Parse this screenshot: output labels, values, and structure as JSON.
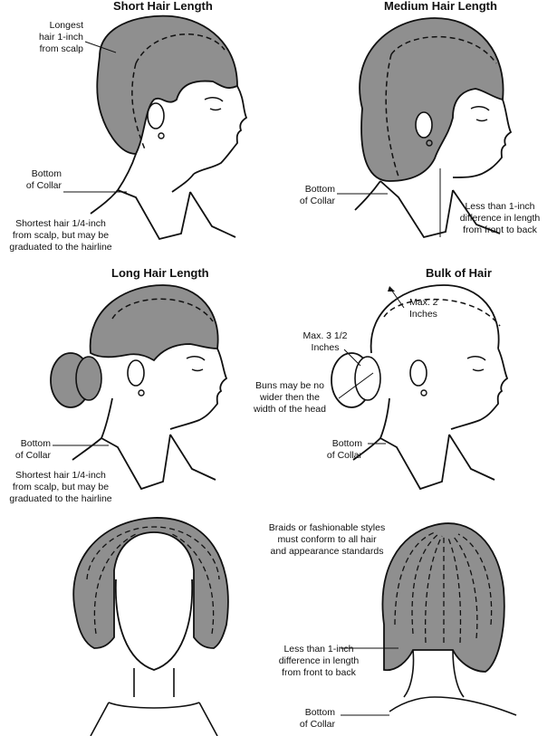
{
  "panels": {
    "short": {
      "title": "Short Hair Length",
      "label_longest": "Longest\nhair 1-inch\nfrom scalp",
      "label_collar": "Bottom\nof Collar",
      "label_shortest": "Shortest hair 1/4-inch\nfrom scalp, but may be\ngraduated to the hairline"
    },
    "medium": {
      "title": "Medium Hair Length",
      "label_collar": "Bottom\nof Collar",
      "label_diff": "Less than 1-inch\ndifference in length\nfrom front to back"
    },
    "long": {
      "title": "Long Hair Length",
      "label_collar": "Bottom\nof Collar",
      "label_shortest": "Shortest hair 1/4-inch\nfrom scalp, but may be\ngraduated to the hairline"
    },
    "bulk": {
      "title": "Bulk of Hair",
      "label_max2": "Max. 2\nInches",
      "label_max35": "Max. 3 1/2\nInches",
      "label_buns": "Buns may be no\nwider then the\nwidth of the head",
      "label_collar": "Bottom\nof Collar"
    },
    "braids": {
      "label_braids": "Braids or fashionable styles\nmust conform to all hair\nand appearance standards",
      "label_diff": "Less than 1-inch\ndifference in length\nfrom front to back",
      "label_collar": "Bottom\nof Collar"
    }
  },
  "colors": {
    "hair": "#8f8f8f",
    "line": "#111111"
  }
}
